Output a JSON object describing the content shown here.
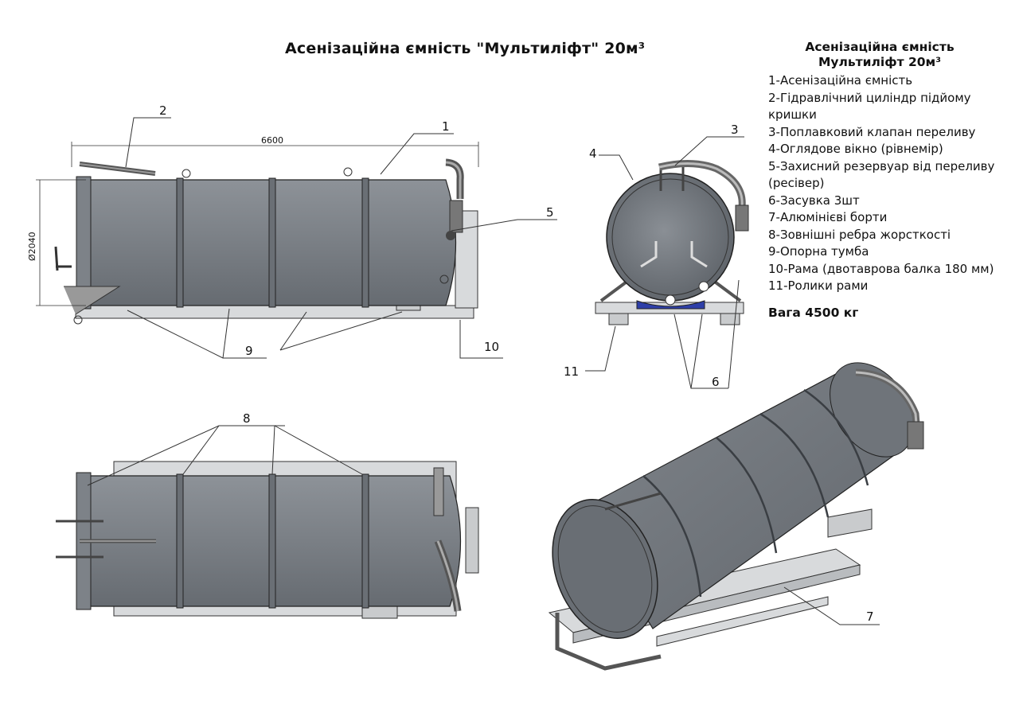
{
  "title": "Асенізаційна ємність \"Мультиліфт\" 20м³",
  "legend": {
    "title_line1": "Асенізаційна ємність",
    "title_line2": "Мультиліфт 20м³",
    "items": [
      "1-Асенізаційна ємність",
      "2-Гідравлічний циліндр підйому кришки",
      "3-Поплавковий клапан переливу",
      "4-Оглядове вікно (рівнемір)",
      "5-Захисний резервуар від переливу (ресівер)",
      "6-Засувка 3шт",
      "7-Алюмінієві борти",
      "8-Зовнішні ребра жорсткості",
      "9-Опорна тумба",
      "10-Рама (двотаврова балка 180 мм)",
      "11-Ролики рами"
    ],
    "weight": "Вага 4500 кг"
  },
  "dimensions": {
    "length": "6600",
    "diameter": "Ø2040"
  },
  "callouts": [
    "1",
    "2",
    "3",
    "4",
    "5",
    "6",
    "7",
    "8",
    "9",
    "10",
    "11"
  ],
  "colors": {
    "tank": "#7d8288",
    "tank_dark": "#5f646a",
    "tank_light": "#9aa0a6",
    "frame": "#d3d5d7",
    "valve_blue": "#2e3fa8",
    "line": "#222222"
  }
}
